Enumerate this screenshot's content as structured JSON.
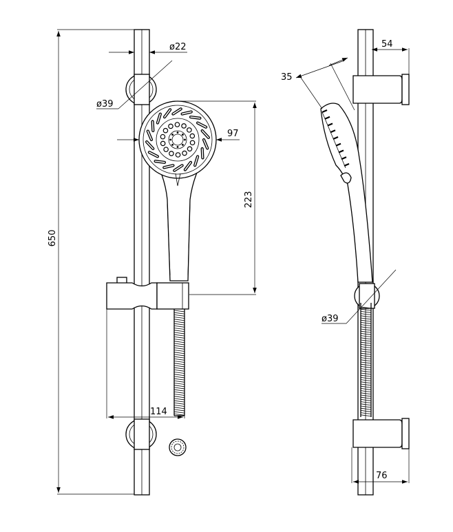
{
  "dimensions": {
    "overall_height": "650",
    "rail_diameter": "ø22",
    "wall_bracket_diameter_front": "ø39",
    "shower_head_width": "97",
    "handset_length": "223",
    "slider_projection": "114",
    "wall_projection_top": "54",
    "spray_angle": "35",
    "wall_bracket_diameter_side": "ø39",
    "wall_projection_bottom": "76"
  },
  "colors": {
    "line": "#000000",
    "background": "#ffffff"
  }
}
